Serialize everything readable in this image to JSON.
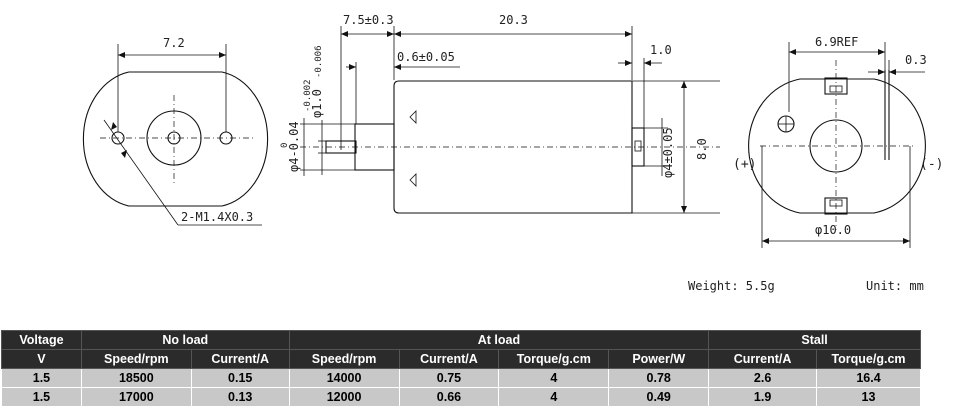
{
  "drawing": {
    "left_view": {
      "width_dim": "7.2",
      "hole_label": "2-M1.4X0.3"
    },
    "side_view": {
      "dim_shaft_offset": "7.5±0.3",
      "dim_body_length": "20.3",
      "dim_shaft_step": "0.6±0.05",
      "dim_end_cap": "1.0",
      "dim_shaft_dia": "φ1.0",
      "dim_shaft_dia_tol_upper": "-0.002",
      "dim_shaft_dia_tol_lower": "-0.006",
      "dim_boss_dia": "φ4-0.04",
      "dim_boss_dia_tol": "0",
      "dim_rear_boss": "φ4±0.05",
      "dim_height": "8.0"
    },
    "right_view": {
      "dim_ref": "6.9REF",
      "dim_terminal": "0.3",
      "dim_diameter": "φ10.0",
      "pos_terminal": "(+)",
      "neg_terminal": "(-)"
    },
    "weight": "Weight: 5.5g",
    "unit": "Unit: mm"
  },
  "table": {
    "group_headers": [
      "Voltage",
      "No load",
      "At load",
      "Stall"
    ],
    "sub_headers": [
      "V",
      "Speed/rpm",
      "Current/A",
      "Speed/rpm",
      "Current/A",
      "Torque/g.cm",
      "Power/W",
      "Current/A",
      "Torque/g.cm"
    ],
    "rows": [
      [
        "1.5",
        "18500",
        "0.15",
        "14000",
        "0.75",
        "4",
        "0.78",
        "2.6",
        "16.4"
      ],
      [
        "1.5",
        "17000",
        "0.13",
        "12000",
        "0.66",
        "4",
        "0.49",
        "1.9",
        "13"
      ]
    ]
  }
}
